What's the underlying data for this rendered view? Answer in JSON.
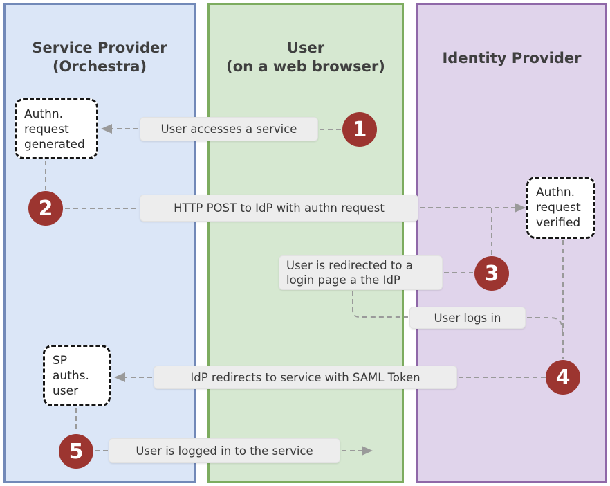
{
  "lanes": [
    {
      "id": "service-provider",
      "title_line1": "Service Provider",
      "title_line2": "(Orchestra)"
    },
    {
      "id": "user",
      "title_line1": "User",
      "title_line2": "(on a web browser)"
    },
    {
      "id": "identity-provider",
      "title_line1": "Identity Provider",
      "title_line2": ""
    }
  ],
  "boxes": {
    "authn_generated": {
      "lines": [
        "Authn.",
        "request",
        "generated"
      ]
    },
    "authn_verified": {
      "lines": [
        "Authn.",
        "request",
        "verified"
      ]
    },
    "sp_auths": {
      "lines": [
        "SP",
        "auths.",
        "user"
      ]
    }
  },
  "labels": {
    "step1": "User accesses a service",
    "step2": "HTTP POST to IdP with authn request",
    "step3_line1": "User is redirected to a",
    "step3_line2": "login page a the IdP",
    "step3b": "User logs in",
    "step4": "IdP redirects to service with SAML Token",
    "step5": "User is logged in to the service"
  },
  "step_numbers": [
    "1",
    "2",
    "3",
    "4",
    "5"
  ],
  "colors": {
    "lane_sp_fill": "#dbe6f7",
    "lane_sp_border": "#7289b8",
    "lane_user_fill": "#d6e8d1",
    "lane_user_border": "#7dac5f",
    "lane_idp_fill": "#e0d4eb",
    "lane_idp_border": "#8f68a8",
    "step_circle": "#9c3530",
    "label_background": "#ededed",
    "connector_gray": "#9a9a9a",
    "statebox_border": "#151515",
    "title_text": "#3f3f3f"
  }
}
